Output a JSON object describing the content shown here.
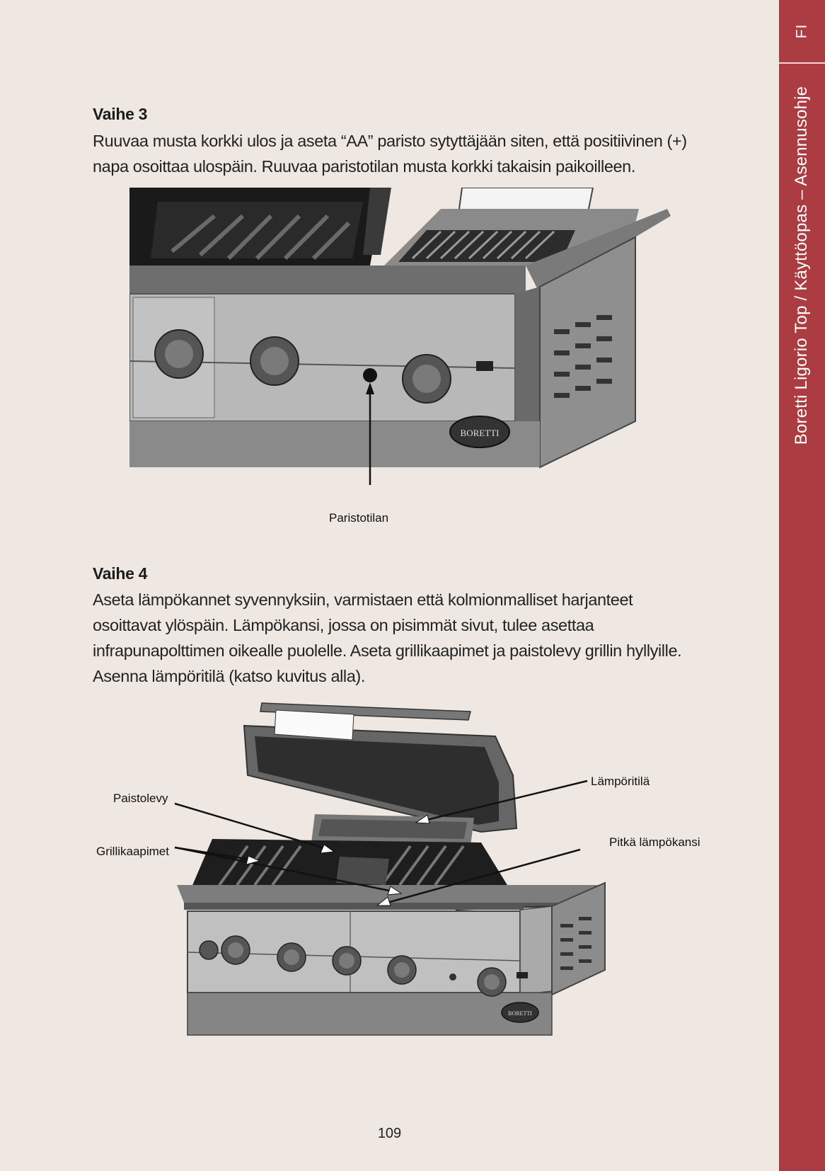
{
  "sidebar": {
    "lang": "FI",
    "title": "Boretti Ligorio Top / Käyttöopas – Asennusohje",
    "color": "#ab3d42"
  },
  "step3": {
    "heading": "Vaihe 3",
    "lines": [
      "Ruuvaa musta korkki ulos ja aseta “AA” paristo sytyttäjään siten, että positiivinen (+)",
      "napa osoittaa ulospäin. Ruuvaa paristotilan musta korkki takaisin paikoilleen."
    ],
    "figure": {
      "label": "Paristotilan",
      "badge": "BORETTI"
    }
  },
  "step4": {
    "heading": "Vaihe 4",
    "lines": [
      "Aseta lämpökannet syvennyksiin, varmistaen että kolmionmalliset harjanteet",
      "osoittavat ylöspäin. Lämpökansi, jossa on pisimmät sivut, tulee asettaa",
      "infrapunapolttimen oikealle puolelle. Aseta grillikaapimet ja paistolevy grillin hyllyille.",
      "Asenna lämpöritilä (katso kuvitus alla)."
    ],
    "figure": {
      "labels": {
        "paistolevy": "Paistolevy",
        "grillikaapimet": "Grillikaapimet",
        "lampoiritila": "Lämpöritilä",
        "pitka": "Pitkä lämpökansi"
      },
      "badge": "BORETTI"
    }
  },
  "page_number": "109"
}
